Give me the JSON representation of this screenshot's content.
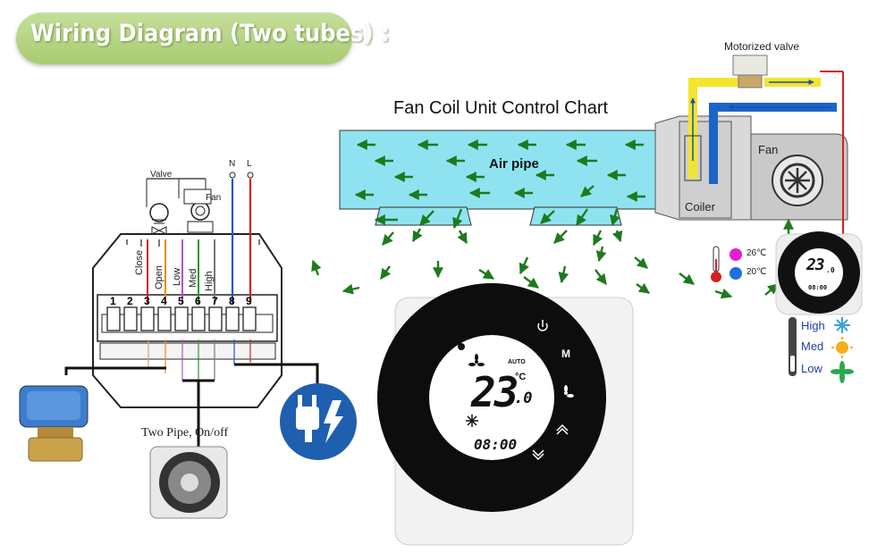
{
  "banner": {
    "title": "Wiring Diagram  (Two tubes) :"
  },
  "chart": {
    "title": "Fan Coil Unit Control Chart",
    "air_pipe": "Air pipe",
    "motorized_valve": "Motorized valve",
    "fan": "Fan",
    "coiler": "Coiler"
  },
  "wiring": {
    "valve": "Valve",
    "fan": "Fan",
    "n": "N",
    "l": "L",
    "terminal_labels": [
      "Close",
      "Open",
      "Low",
      "Med",
      "High"
    ],
    "terminals": [
      "1",
      "2",
      "3",
      "4",
      "5",
      "6",
      "7",
      "8",
      "9"
    ],
    "caption": "Two Pipe, On/off"
  },
  "thermostat": {
    "temperature": "23",
    "decimal": ".0",
    "unit": "°C",
    "clock": "08:00",
    "auto": "AUTO",
    "menu": "M"
  },
  "side_panel": {
    "temp_hot": "26℃",
    "temp_cold": "20℃",
    "speed_high": "High",
    "speed_med": "Med",
    "speed_low": "Low",
    "mini_temperature": "23",
    "mini_decimal": ".0",
    "mini_clock": "08:00"
  },
  "colors": {
    "banner": "#a9cc72",
    "air_pipe": "#8fe3f0",
    "arrows": "#1e7a1e",
    "hot_water": "#f2e52c",
    "cold_water": "#1e64c8",
    "wire_red": "#d22020",
    "wire_blue": "#2255cc",
    "plug_badge": "#1f5fb0",
    "hot_dot": "#e61fd0",
    "cold_dot": "#1f6fe0"
  },
  "icons": [
    "valve-actuator-icon",
    "blower-fan-icon",
    "power-plug-icon",
    "thermometer-icon",
    "snowflake-icon",
    "sun-icon",
    "leaf-icon",
    "power-icon",
    "fan-icon"
  ]
}
